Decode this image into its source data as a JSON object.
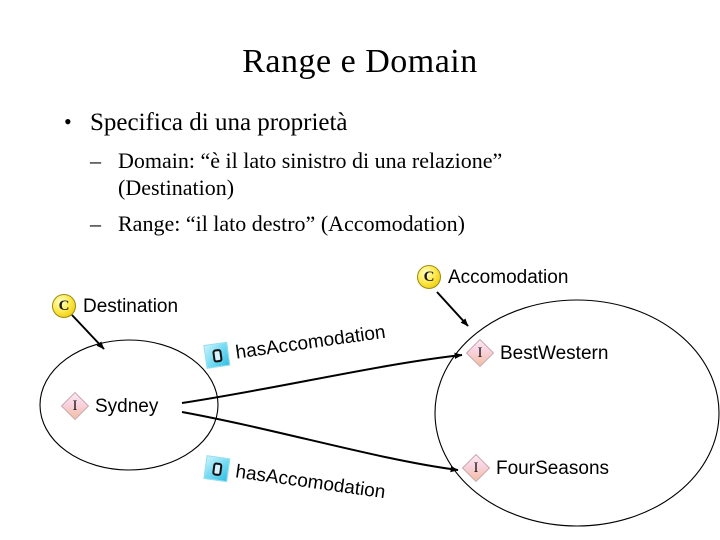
{
  "slide": {
    "title": "Range e Domain",
    "bullets": [
      {
        "level": 1,
        "marker": "•",
        "text": "Specifica di una proprietà"
      },
      {
        "level": 2,
        "marker": "–",
        "text": "Domain: “è il lato sinistro di una relazione”",
        "continuation": "(Destination)"
      },
      {
        "level": 2,
        "marker": "–",
        "text": "Range: “il lato destro” (Accomodation)"
      }
    ]
  },
  "diagram": {
    "nodes": [
      {
        "id": "destination",
        "label": "Destination",
        "icon": "class-icon",
        "kind": "class"
      },
      {
        "id": "accomodation",
        "label": "Accomodation",
        "icon": "class-icon",
        "kind": "class"
      },
      {
        "id": "sydney",
        "label": "Sydney",
        "icon": "instance-icon",
        "kind": "instance"
      },
      {
        "id": "bestwestern",
        "label": "BestWestern",
        "icon": "instance-icon",
        "kind": "instance"
      },
      {
        "id": "fourseasons",
        "label": "FourSeasons",
        "icon": "instance-icon",
        "kind": "instance"
      },
      {
        "id": "prop-top",
        "label": "hasAccomodation",
        "icon": "property-icon",
        "kind": "property"
      },
      {
        "id": "prop-bottom",
        "label": "hasAccomodation",
        "icon": "property-icon",
        "kind": "property"
      }
    ],
    "ellipses": [
      {
        "id": "domain-ellipse",
        "for": "Destination"
      },
      {
        "id": "range-ellipse",
        "for": "Accomodation"
      }
    ],
    "edges": [
      {
        "from": "Destination",
        "to": "domain-ellipse"
      },
      {
        "from": "Accomodation",
        "to": "range-ellipse"
      },
      {
        "from": "Sydney",
        "to": "BestWestern",
        "label": "hasAccomodation"
      },
      {
        "from": "Sydney",
        "to": "FourSeasons",
        "label": "hasAccomodation"
      }
    ]
  },
  "colors": {
    "background": "#ffffff",
    "text": "#000000",
    "class_icon": "#ffe94d",
    "instance_icon": "#f9d3e2",
    "property_icon": "#6fd9f2",
    "stroke": "#000000"
  }
}
